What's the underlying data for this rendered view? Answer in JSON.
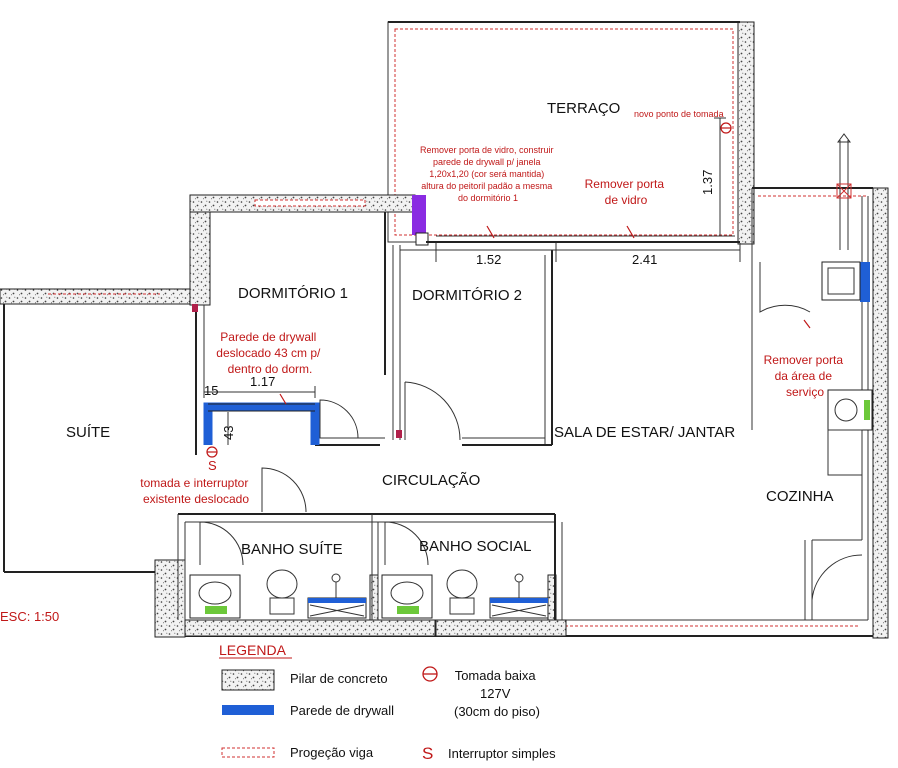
{
  "rooms": {
    "terraco": "TERRAÇO",
    "dormitorio1": "DORMITÓRIO 1",
    "dormitorio2": "DORMITÓRIO 2",
    "suite": "SUÍTE",
    "sala": "SALA DE ESTAR/ JANTAR",
    "circulacao": "CIRCULAÇÃO",
    "cozinha": "COZINHA",
    "banho_suite": "BANHO SUÍTE",
    "banho_social": "BANHO SOCIAL"
  },
  "notes": {
    "novo_ponto": "novo ponto de tomada",
    "remover_vidro_janela": [
      "Remover porta de vidro, construir",
      "parede de drywall p/ janela",
      "1,20x1,20 (cor será mantida)",
      "altura do peitoril padão a mesma",
      "do dormitório 1"
    ],
    "remover_vidro": [
      "Remover porta",
      "de vidro"
    ],
    "drywall_deslocado": [
      "Parede de drywall",
      "deslocado 43 cm p/",
      "dentro do dorm."
    ],
    "tomada_interruptor": [
      "tomada e interruptor",
      "existente deslocado"
    ],
    "remover_servico": [
      "Remover porta",
      "da área de",
      "serviço"
    ]
  },
  "dimensions": {
    "d137": "1.37",
    "d152": "1.52",
    "d241": "2.41",
    "d117": "1.17",
    "d15": "15",
    "d43": "43"
  },
  "symbols": {
    "switch_letter": "S"
  },
  "scale": "ESC: 1:50",
  "legend": {
    "title": "LEGENDA",
    "pilar": "Pilar de concreto",
    "drywall": "Parede de drywall",
    "viga": "Progeção viga",
    "tomada": [
      "Tomada baixa",
      "127V",
      "(30cm do piso)"
    ],
    "interruptor": "Interruptor simples",
    "interruptor_symbol": "S"
  },
  "colors": {
    "drywall": "#1f5fd6",
    "annotation": "#c01818",
    "beam": "#d03030",
    "sink_green": "#6cc83a",
    "old_wall": "#8a2be2"
  }
}
